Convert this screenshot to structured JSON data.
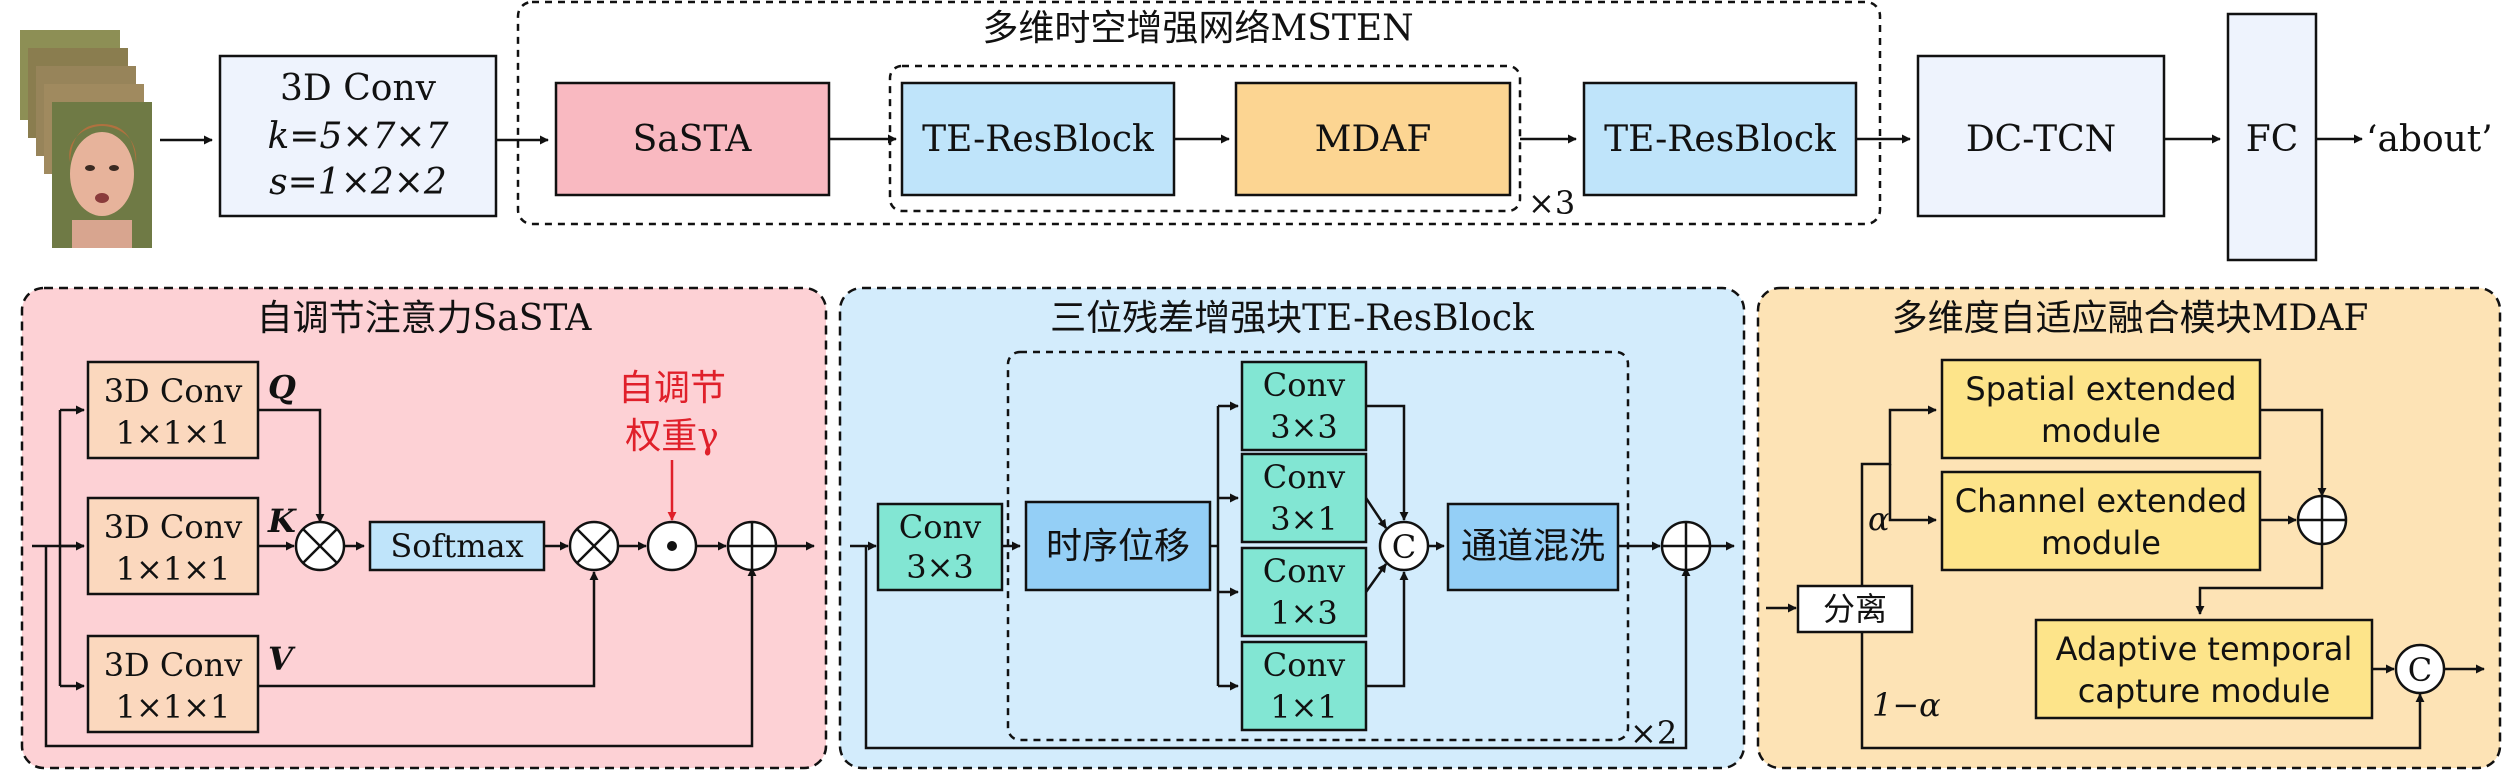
{
  "top": {
    "conv3d": {
      "line1": "3D Conv",
      "line2": "k=5×7×7",
      "line3": "s=1×2×2"
    },
    "msten_title": "多维时空增强网络MSTEN",
    "sasta": "SaSTA",
    "te_resblock_1": "TE-ResBlock",
    "mdaf": "MDAF",
    "te_resblock_2": "TE-ResBlock",
    "repeat": "×3",
    "dctcn": "DC-TCN",
    "fc": "FC",
    "output": "‘about’"
  },
  "sasta_panel": {
    "title": "自调节注意力SaSTA",
    "q_conv": {
      "line1": "3D Conv",
      "line2": "1×1×1",
      "tag": "Q"
    },
    "k_conv": {
      "line1": "3D Conv",
      "line2": "1×1×1",
      "tag": "K"
    },
    "v_conv": {
      "line1": "3D Conv",
      "line2": "1×1×1",
      "tag": "V"
    },
    "softmax": "Softmax",
    "gamma_line1": "自调节",
    "gamma_line2": "权重γ"
  },
  "te_panel": {
    "title": "三位残差增强块TE-ResBlock",
    "conv_in": {
      "line1": "Conv",
      "line2": "3×3"
    },
    "temporal_shift": "时序位移",
    "branches": [
      {
        "line1": "Conv",
        "line2": "3×3"
      },
      {
        "line1": "Conv",
        "line2": "3×1"
      },
      {
        "line1": "Conv",
        "line2": "1×3"
      },
      {
        "line1": "Conv",
        "line2": "1×1"
      }
    ],
    "concat": "C",
    "shuffle": "通道混洗",
    "repeat": "×2"
  },
  "mdaf_panel": {
    "title": "多维度自适应融合模块MDAF",
    "spatial": {
      "line1": "Spatial extended",
      "line2": "module"
    },
    "channel": {
      "line1": "Channel extended",
      "line2": "module"
    },
    "temporal": {
      "line1": "Adaptive temporal",
      "line2": "capture module"
    },
    "split": "分离",
    "alpha": "α",
    "one_minus_alpha": "1−α",
    "concat": "C"
  },
  "colors": {
    "conv3d_top": "#eef3fd",
    "sasta": "#f9b9c1",
    "te_block": "#bfe4fa",
    "mdaf": "#fcd592",
    "dctcn": "#eef3fd",
    "sasta_panel": "#fdd1d5",
    "te_panel": "#d3ecfc",
    "mdaf_panel": "#fde3b5",
    "orange_conv": "#fbd8be",
    "softmax": "#bfe4fa",
    "teal_conv": "#82e6d3",
    "blue_box": "#94cff6",
    "yellow_box": "#fde48a",
    "gamma_red": "#e0202a"
  }
}
